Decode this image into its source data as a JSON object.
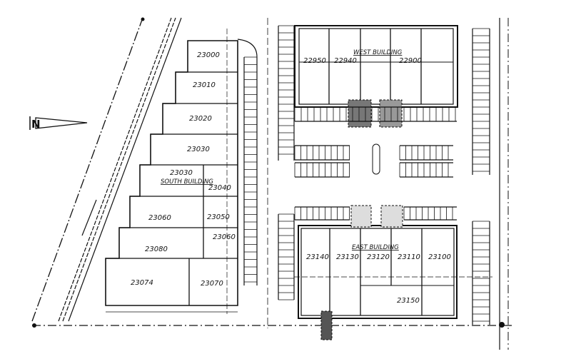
{
  "north_label": "N",
  "west_building": {
    "name": "WEST BUILDING",
    "units": [
      "22950",
      "22940",
      "22900"
    ]
  },
  "east_building": {
    "name": "EAST BUILDING",
    "units": [
      "23140",
      "23130",
      "23120",
      "23110",
      "23100"
    ],
    "rear_unit": "23150"
  },
  "south_building": {
    "name": "SOUTH BUILDING",
    "units": [
      "23000",
      "23010",
      "23020",
      "23030",
      "23030",
      "23060",
      "23080",
      "23074"
    ],
    "side_units": [
      "23040",
      "23050",
      "23060",
      "23070"
    ]
  },
  "colors": {
    "ink": "#111111",
    "paper": "#ffffff"
  }
}
